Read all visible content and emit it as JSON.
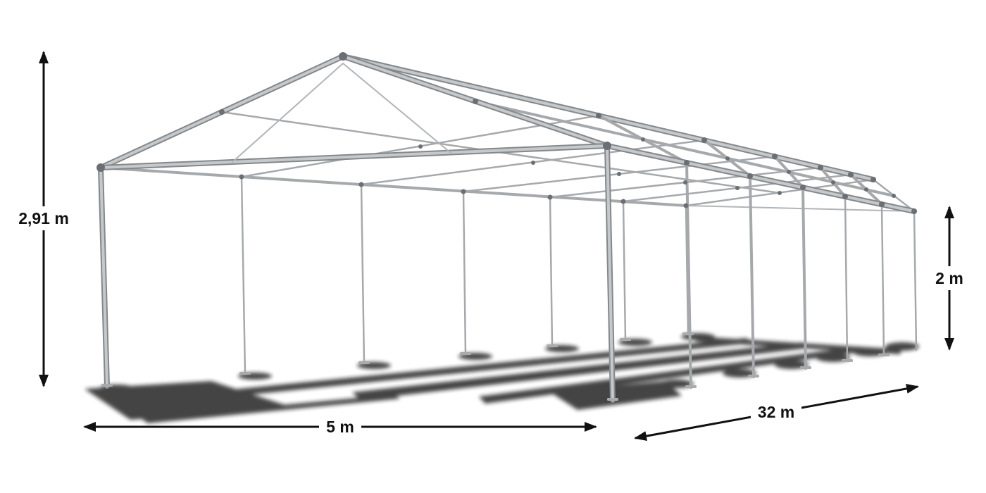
{
  "diagram": {
    "labels": {
      "total_height": "2,91 m",
      "width": "5 m",
      "length": "32 m",
      "side_height": "2 m"
    }
  },
  "icons": {
    "height_arrow": "double-headed-vertical-arrow",
    "width_arrow": "double-headed-horizontal-arrow",
    "length_arrow": "double-headed-diagonal-arrow",
    "side_height_arrow": "double-headed-vertical-arrow"
  },
  "colors": {
    "pipe-light": "#c6c9cc",
    "pipe-mid": "#a6a9ac",
    "pipe-dark": "#84888b",
    "joint": "#6b6f73",
    "shadow": "#161616",
    "dimension": "#111111",
    "background": "#ffffff"
  }
}
